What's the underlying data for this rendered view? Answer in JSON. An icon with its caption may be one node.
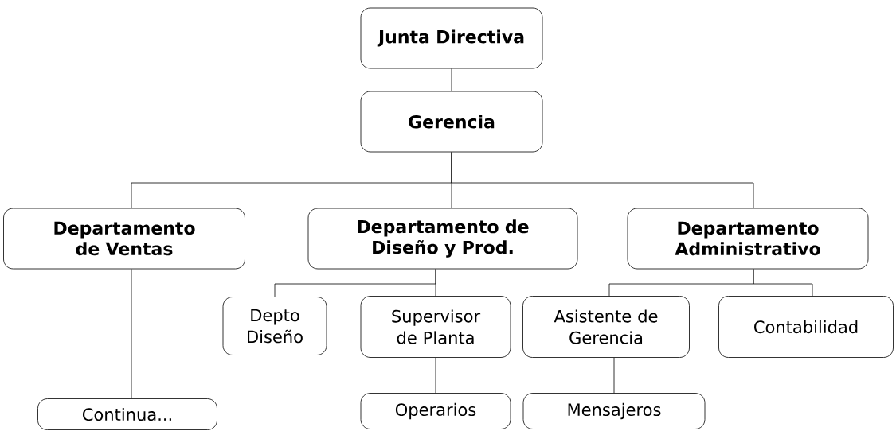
{
  "diagram": {
    "nodes": [
      {
        "text": [
          "Junta Directiva"
        ]
      },
      {
        "text": [
          "Gerencia"
        ]
      },
      {
        "text": [
          "Departamento de Ventas"
        ]
      },
      {
        "text": [
          "Departamento de Diseño y Prod."
        ]
      },
      {
        "text": [
          "Departamento Administrativo"
        ]
      },
      {
        "text": [
          "Depto Diseño"
        ]
      },
      {
        "text": [
          "Supervisor de Planta"
        ]
      },
      {
        "text": [
          "Asistente de Gerencia"
        ]
      },
      {
        "text": [
          "Contabilidad"
        ]
      },
      {
        "text": [
          "Continua..."
        ]
      },
      {
        "text": [
          "Operarios"
        ]
      },
      {
        "text": [
          "Mensajeros"
        ]
      }
    ],
    "edges": [
      {
        "from": 0,
        "to": 1,
        "arrow": "none"
      },
      {
        "from": 1,
        "to": 2,
        "arrow": "none"
      },
      {
        "from": 1,
        "to": 3,
        "arrow": "none"
      },
      {
        "from": 1,
        "to": 4,
        "arrow": "none"
      },
      {
        "from": 3,
        "to": 5,
        "arrow": "none"
      },
      {
        "from": 3,
        "to": 6,
        "arrow": "none"
      },
      {
        "from": 4,
        "to": 7,
        "arrow": "none"
      },
      {
        "from": 4,
        "to": 8,
        "arrow": "none"
      },
      {
        "from": 2,
        "to": 9,
        "arrow": "none"
      },
      {
        "from": 6,
        "to": 10,
        "arrow": "none"
      },
      {
        "from": 7,
        "to": 11,
        "arrow": "none"
      }
    ]
  }
}
